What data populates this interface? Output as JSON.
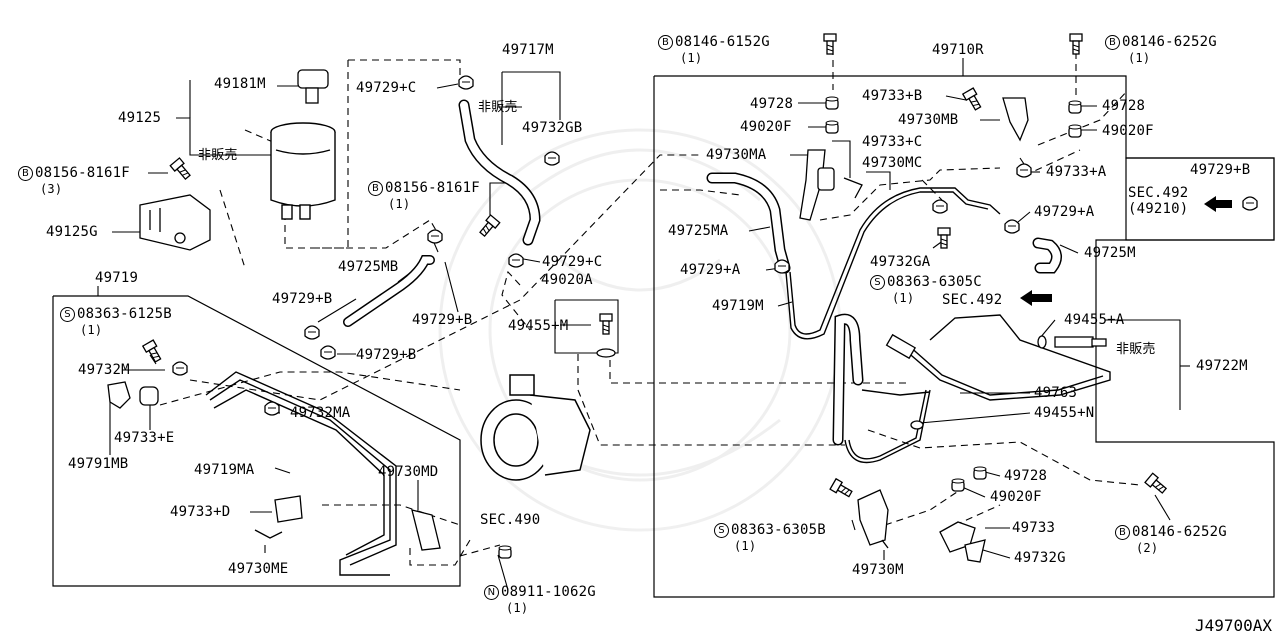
{
  "diagram_id": "J49700AX",
  "not_for_sale": "非販売",
  "parts": {
    "p49181M": "49181M",
    "p49125": "49125",
    "p49125G": "49125G",
    "p49719": "49719",
    "p49729C_top": "49729+C",
    "p49717M": "49717M",
    "p49732GB": "49732GB",
    "p49725MB": "49725MB",
    "p49729B_a": "49729+B",
    "p49729B_b": "49729+B",
    "p49729B_c": "49729+B",
    "p49732M": "49732M",
    "p49733E": "49733+E",
    "p49791MB": "49791MB",
    "p49732MA": "49732MA",
    "p49719MA": "49719MA",
    "p49730MD": "49730MD",
    "p49733D": "49733+D",
    "p49730ME": "49730ME",
    "p49729C_mid": "49729+C",
    "p49020A": "49020A",
    "p49455M": "49455+M",
    "pSEC490": "SEC.490",
    "p49710R": "49710R",
    "p49728_a": "49728",
    "p49020F_a": "49020F",
    "p49733B": "49733+B",
    "p49730MB": "49730MB",
    "p49728_b": "49728",
    "p49020F_b": "49020F",
    "p49733C": "49733+C",
    "p49730MA": "49730MA",
    "p49730MC": "49730MC",
    "p49733A": "49733+A",
    "p49729B_right": "49729+B",
    "pSEC492a": "SEC.492",
    "pSEC492a_sub": "(49210)",
    "p49729A_a": "49729+A",
    "p49725MA": "49725MA",
    "p49732GA": "49732GA",
    "p49725M": "49725M",
    "p49729A_b": "49729+A",
    "p49719M": "49719M",
    "pSEC492b": "SEC.492",
    "p49455A": "49455+A",
    "p49722M": "49722M",
    "p49763": "49763",
    "p49455N": "49455+N",
    "p49728_c": "49728",
    "p49020F_c": "49020F",
    "p49733": "49733",
    "p49732G": "49732G",
    "p49730M": "49730M"
  },
  "fasteners": [
    {
      "type": "B",
      "code": "08156-8161F",
      "qty": "(3)"
    },
    {
      "type": "S",
      "code": "08363-6125B",
      "qty": "(1)"
    },
    {
      "type": "B",
      "code": "08156-8161F",
      "qty": "(1)"
    },
    {
      "type": "B",
      "code": "08146-6152G",
      "qty": "(1)"
    },
    {
      "type": "B",
      "code": "08146-6252G",
      "qty": "(1)"
    },
    {
      "type": "S",
      "code": "08363-6305C",
      "qty": "(1)"
    },
    {
      "type": "S",
      "code": "08363-6305B",
      "qty": "(1)"
    },
    {
      "type": "N",
      "code": "08911-1062G",
      "qty": "(1)"
    },
    {
      "type": "B",
      "code": "08146-6252G",
      "qty": "(2)"
    }
  ]
}
